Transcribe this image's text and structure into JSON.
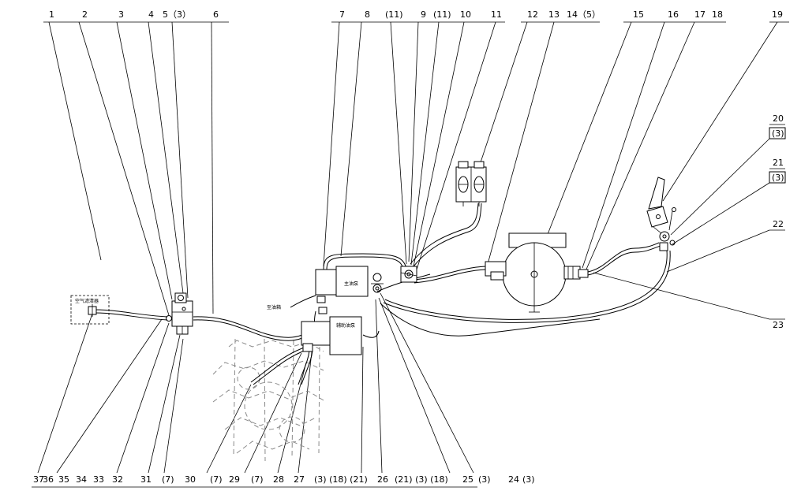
{
  "labels": {
    "top": {
      "l1": "1",
      "l2": "2",
      "l3": "3",
      "l4": "4",
      "l5": "5（3）",
      "l6": "6",
      "l7": "7",
      "l8": "8",
      "l9a": "(11)",
      "l9": "9",
      "l9b": "(11)",
      "l10": "10",
      "l11": "11",
      "l12": "12",
      "l13": "13",
      "l14": "14（5）",
      "l15": "15",
      "l16": "16",
      "l17": "17",
      "l18": "18",
      "l19": "19"
    },
    "right": {
      "l20": "20",
      "l20s": "(3)",
      "l21": "21",
      "l21s": "(3)",
      "l22": "22",
      "l23": "23"
    },
    "bottom": {
      "l37": "37",
      "l36": "36",
      "l35": "35",
      "l34": "34",
      "l33": "33",
      "l32": "32",
      "l31": "31",
      "l30p": "(7)",
      "l30": "30",
      "l29p": "(7)",
      "l29": "29",
      "l28p": "(7)",
      "l28": "28",
      "l27": "27",
      "l26p": "(3) (18) (21)",
      "l26": "26",
      "l25p": "(21) (3) (18)",
      "l25": "25",
      "l24p": "(3)",
      "l24": "24",
      "l24s": "(3)"
    }
  },
  "components": {
    "air_filter": "空气滤清器",
    "main_pump": "主油泵",
    "aux_pump": "辅助油泵",
    "side_note": "至油箱"
  }
}
